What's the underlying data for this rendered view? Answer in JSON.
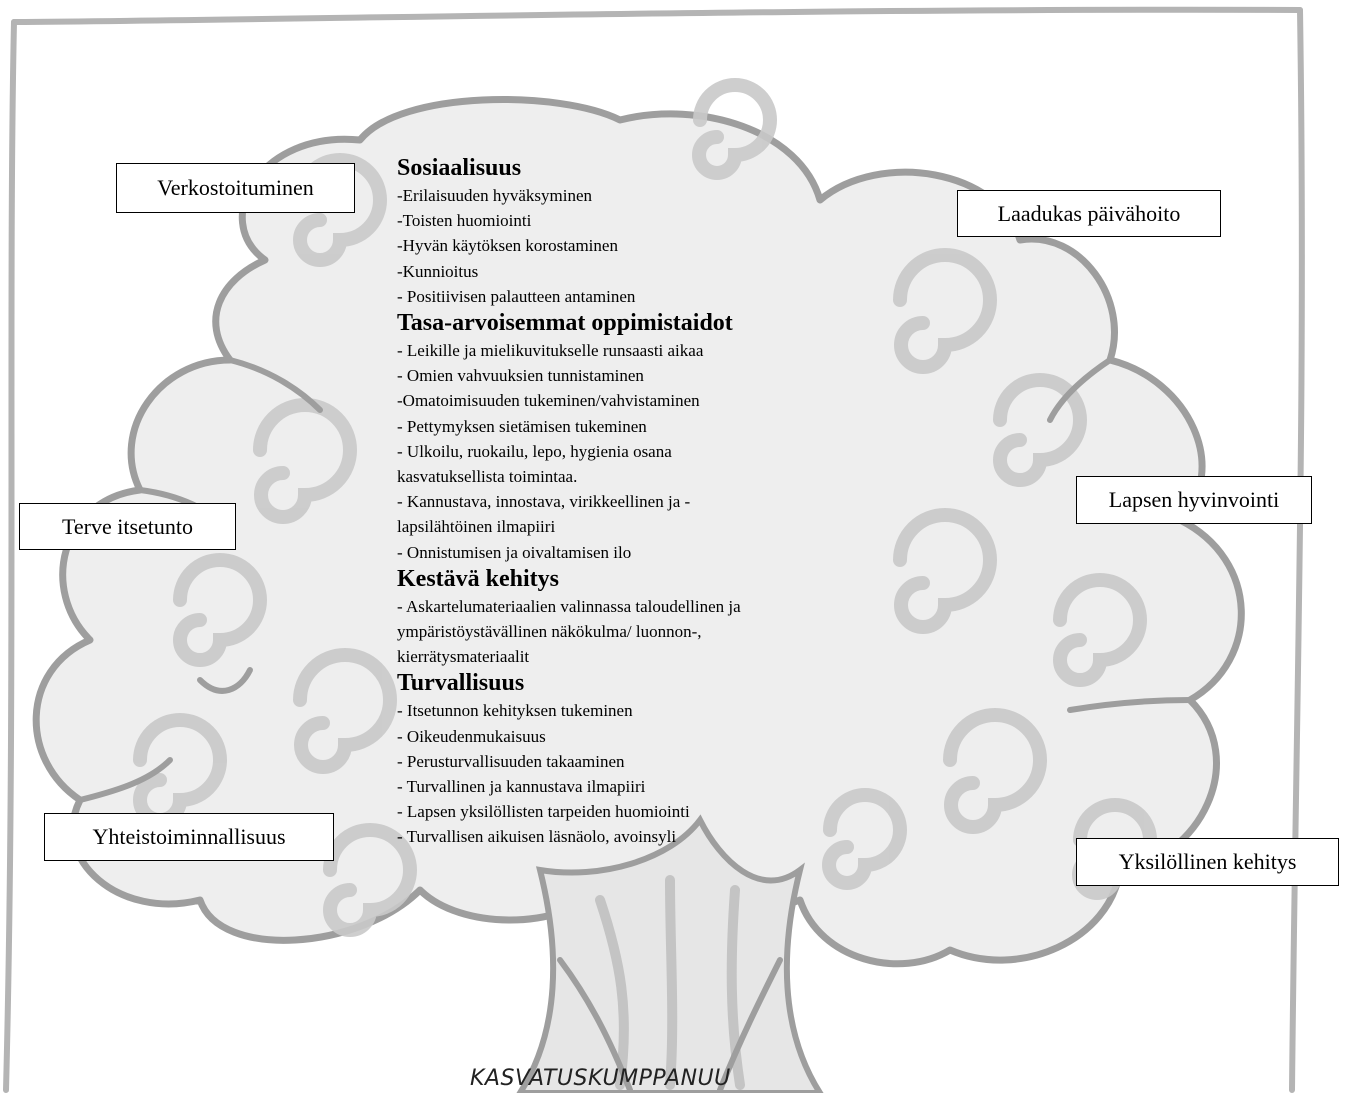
{
  "boxes": {
    "verkostoituminen": "Verkostoituminen",
    "laadukas": "Laadukas päivähoito",
    "terve": "Terve itsetunto",
    "lapsen": "Lapsen hyvinvointi",
    "yhteistoiminnallisuus": "Yhteistoiminnallisuus",
    "yksilollinen": "Yksilöllinen kehitys"
  },
  "sections": [
    {
      "heading": "Sosiaalisuus",
      "items": [
        "-Erilaisuuden hyväksyminen",
        "-Toisten huomiointi",
        "-Hyvän käytöksen korostaminen",
        "-Kunnioitus",
        "- Positiivisen palautteen antaminen"
      ]
    },
    {
      "heading": "Tasa-arvoisemmat oppimistaidot",
      "items": [
        "- Leikille ja mielikuvitukselle runsaasti aikaa",
        "- Omien vahvuuksien tunnistaminen",
        "-Omatoimisuuden tukeminen/vahvistaminen",
        "- Pettymyksen sietämisen tukeminen",
        "- Ulkoilu, ruokailu, lepo, hygienia osana kasvatuksellista toimintaa.",
        "- Kannustava, innostava, virikkeellinen ja - lapsilähtöinen ilmapiiri",
        "- Onnistumisen ja oivaltamisen ilo"
      ]
    },
    {
      "heading": "Kestävä kehitys",
      "items": [
        "- Askartelumateriaalien valinnassa taloudellinen ja ympäristöystävällinen näkökulma/ luonnon-, kierrätysmateriaalit"
      ]
    },
    {
      "heading": "Turvallisuus",
      "items": [
        "- Itsetunnon kehityksen tukeminen",
        "- Oikeudenmukaisuus",
        "- Perusturvallisuuden takaaminen",
        "- Turvallinen ja kannustava ilmapiiri",
        "- Lapsen yksilöllisten tarpeiden huomiointi",
        "- Turvallisen aikuisen läsnäolo, avoinsyli"
      ]
    }
  ],
  "footer": "KASVATUSKUMPPANUU",
  "colors": {
    "tree_fill": "#eeeeee",
    "tree_stroke": "#9e9e9e",
    "frame": "#b4b4b4"
  }
}
